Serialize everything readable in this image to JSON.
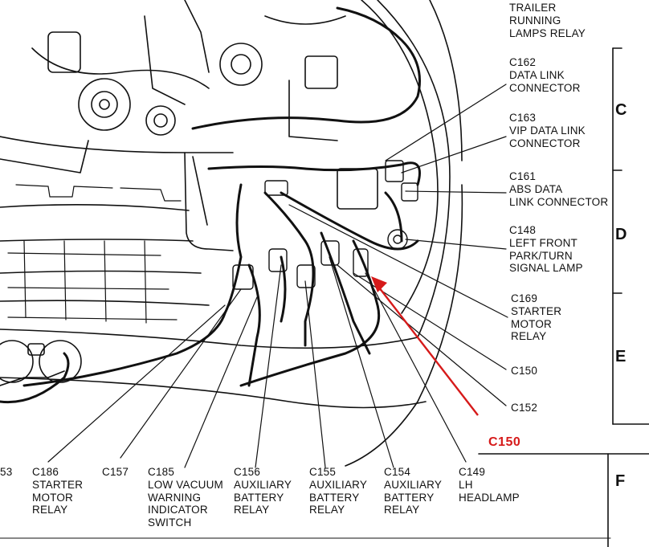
{
  "labels": {
    "trailer_relay": "TRAILER\nRUNNING\nLAMPS RELAY",
    "c162": "C162\nDATA LINK\nCONNECTOR",
    "c163": "C163\nVIP DATA LINK\nCONNECTOR",
    "c161": "C161\nABS DATA\nLINK CONNECTOR",
    "c148": "C148\nLEFT FRONT\nPARK/TURN\nSIGNAL LAMP",
    "c169": "C169\nSTARTER\nMOTOR\nRELAY",
    "c150": "C150",
    "c152": "C152",
    "c150_highlight": "C150",
    "c53_partial": "53",
    "c186": "C186\nSTARTER\nMOTOR\nRELAY",
    "c157": "C157",
    "c185": "C185\nLOW VACUUM\nWARNING\nINDICATOR\nSWITCH",
    "c156": "C156\nAUXILIARY\nBATTERY\nRELAY",
    "c155": "C155\nAUXILIARY\nBATTERY\nRELAY",
    "c154": "C154\nAUXILIARY\nBATTERY\nRELAY",
    "c149": "C149\nLH\nHEADLAMP"
  },
  "zones": {
    "c": "C",
    "d": "D",
    "e": "E",
    "f": "F"
  },
  "colors": {
    "highlight": "#d61a1a",
    "ink": "#111111"
  }
}
